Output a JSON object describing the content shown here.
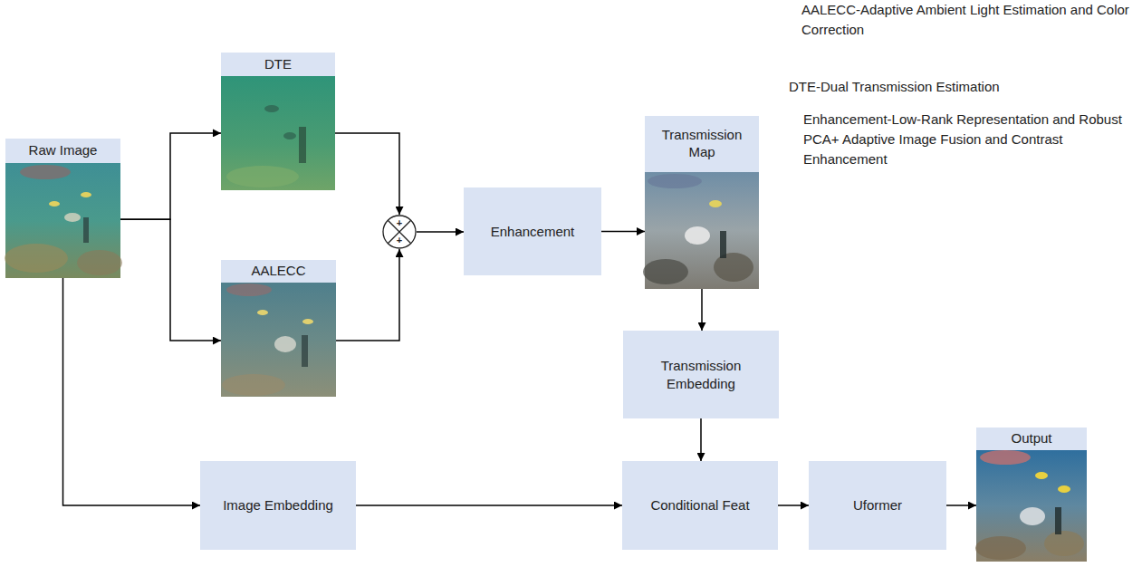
{
  "diagram": {
    "nodes": [
      {
        "text": [
          "Raw Image"
        ]
      },
      {
        "text": [
          "DTE"
        ]
      },
      {
        "text": [
          "AALECC"
        ]
      },
      {
        "text": [
          "+",
          "+"
        ]
      },
      {
        "text": [
          "Enhancement"
        ]
      },
      {
        "text": [
          "Transmission Map"
        ]
      },
      {
        "text": [
          "Transmission Embedding"
        ]
      },
      {
        "text": [
          "Image Embedding"
        ]
      },
      {
        "text": [
          "Conditional Feat"
        ]
      },
      {
        "text": [
          "Uformer"
        ]
      },
      {
        "text": [
          "Output"
        ]
      }
    ],
    "edges": [
      {
        "from": 0,
        "to": 1,
        "arrow": "to"
      },
      {
        "from": 0,
        "to": 2,
        "arrow": "to"
      },
      {
        "from": 1,
        "to": 3,
        "arrow": "to"
      },
      {
        "from": 2,
        "to": 3,
        "arrow": "to"
      },
      {
        "from": 3,
        "to": 4,
        "arrow": "to"
      },
      {
        "from": 4,
        "to": 5,
        "arrow": "to"
      },
      {
        "from": 5,
        "to": 6,
        "arrow": "to"
      },
      {
        "from": 6,
        "to": 8,
        "arrow": "to"
      },
      {
        "from": 0,
        "to": 7,
        "arrow": "to"
      },
      {
        "from": 7,
        "to": 8,
        "arrow": "to"
      },
      {
        "from": 8,
        "to": 9,
        "arrow": "to"
      },
      {
        "from": 9,
        "to": 10,
        "arrow": "to"
      }
    ],
    "labels": [
      "AALECC-Adaptive Ambient Light Estimation and Color Correction",
      "DTE-Dual Transmission Estimation",
      "Enhancement-Low-Rank Representation and Robust PCA+ Adaptive Image Fusion and Contrast Enhancement"
    ]
  }
}
